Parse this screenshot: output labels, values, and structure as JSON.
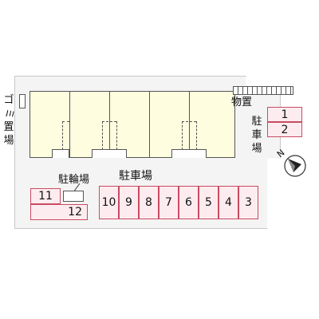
{
  "labels": {
    "storage": "物置",
    "garbage": [
      "ゴ",
      "ミ",
      "置",
      "場"
    ],
    "parking_main": "駐車場",
    "parking_side": [
      "駐",
      "車",
      "場"
    ],
    "bicycle": "駐輪場",
    "north": "N"
  },
  "spaces": {
    "s1": "1",
    "s2": "2",
    "s3": "3",
    "s4": "4",
    "s5": "5",
    "s6": "6",
    "s7": "7",
    "s8": "8",
    "s9": "9",
    "s10": "10",
    "s11": "11",
    "s12": "12"
  },
  "colors": {
    "space_border": "#c94b62",
    "space_fill": "#fdecef",
    "building_fill": "#fffddf"
  }
}
